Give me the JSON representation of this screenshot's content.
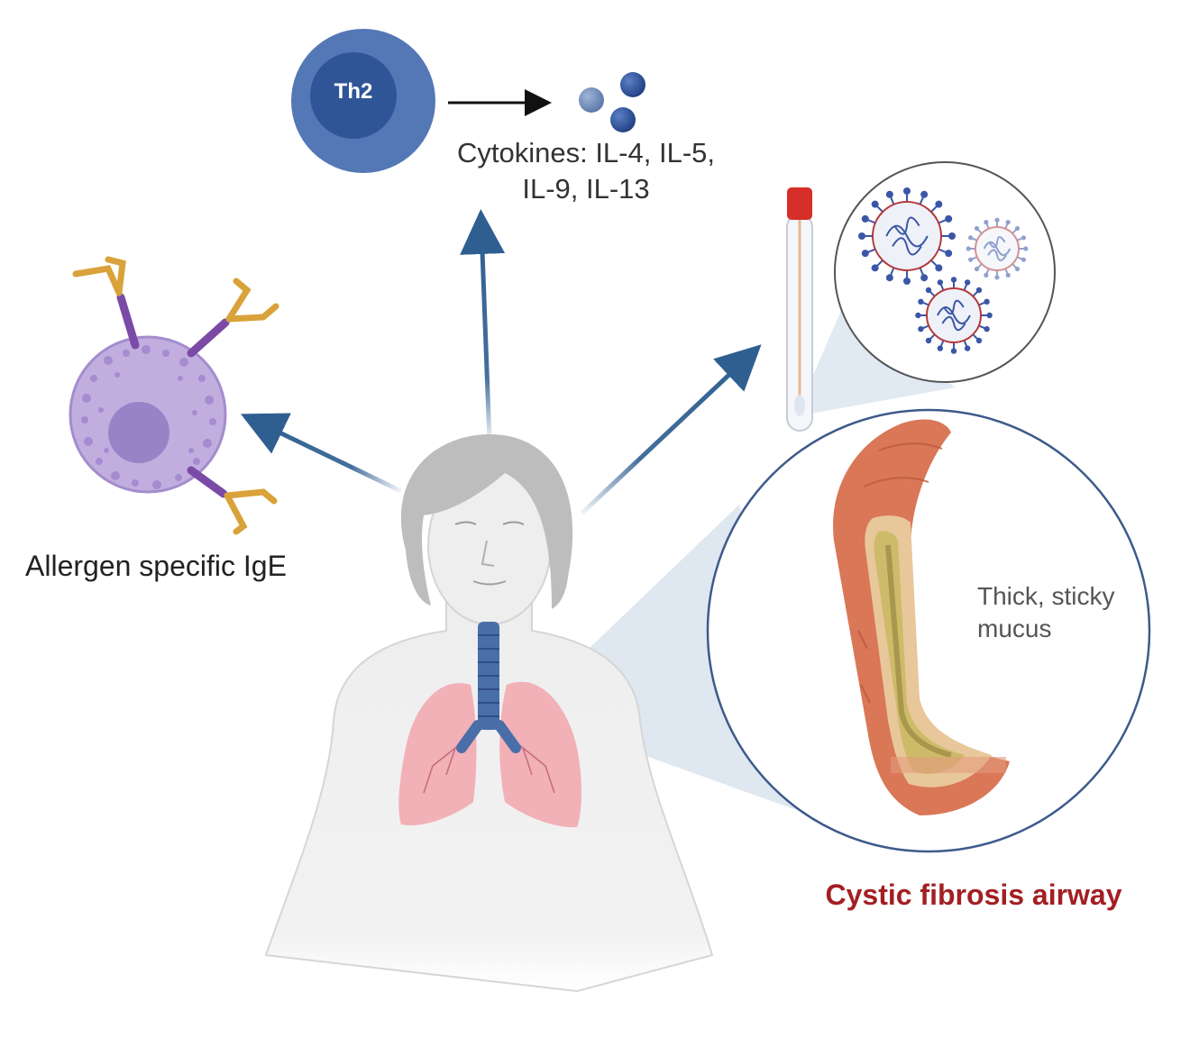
{
  "labels": {
    "th2": "Th2",
    "cytokines": "Cytokines: IL-4, IL-5,\nIL-9, IL-13",
    "allergen_ige": "Allergen specific IgE",
    "mucus": "Thick, sticky\nmucus",
    "cf_airway": "Cystic fibrosis airway"
  },
  "colors": {
    "arrow_blue": "#2f5f91",
    "th2_outer": "#5477b6",
    "th2_inner": "#2f5597",
    "mast_cell": "#b9a3d8",
    "antibody": "#d9a23a",
    "receptor": "#7b4aa6",
    "virus": "#3b56a6",
    "lung": "#f0a5ad",
    "trachea": "#4a6ea8",
    "airway_wall": "#d97757",
    "mucus": "#cdbb6a",
    "cf_label": "#a31f23",
    "magnifier_fill": "#c9d7e8"
  },
  "icons": [
    "th2-cell-icon",
    "cytokine-dots-icon",
    "mast-cell-icon",
    "ige-antibody-icon",
    "swab-tube-icon",
    "virus-icon",
    "human-body-icon",
    "lungs-icon",
    "airway-tube-icon"
  ]
}
